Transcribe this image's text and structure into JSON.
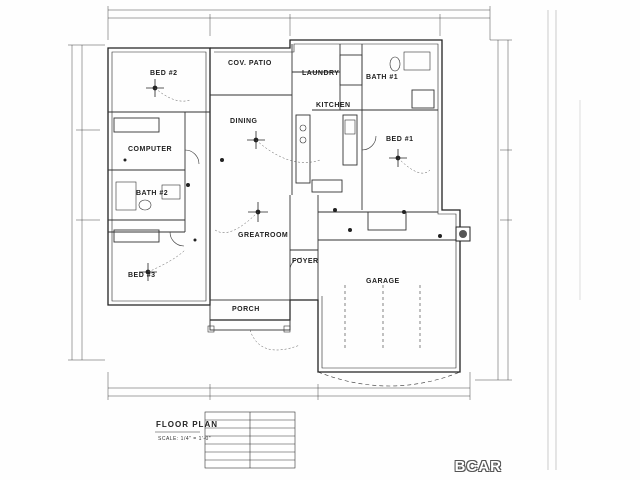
{
  "rooms": {
    "bed2": "BED #2",
    "cov_patio": "COV. PATIO",
    "laundry": "LAUNDRY",
    "bath1": "BATH #1",
    "kitchen": "KITCHEN",
    "dining": "DINING",
    "computer": "COMPUTER",
    "bed1": "BED #1",
    "bath2": "BATH #2",
    "greatroom": "GREATROOM",
    "foyer": "FOYER",
    "garage": "GARAGE",
    "bed3": "BED #3",
    "porch": "PORCH"
  },
  "title_block": {
    "title": "FLOOR PLAN",
    "scale": "SCALE: 1/4\" = 1'-0\""
  },
  "watermark": "BCAR"
}
